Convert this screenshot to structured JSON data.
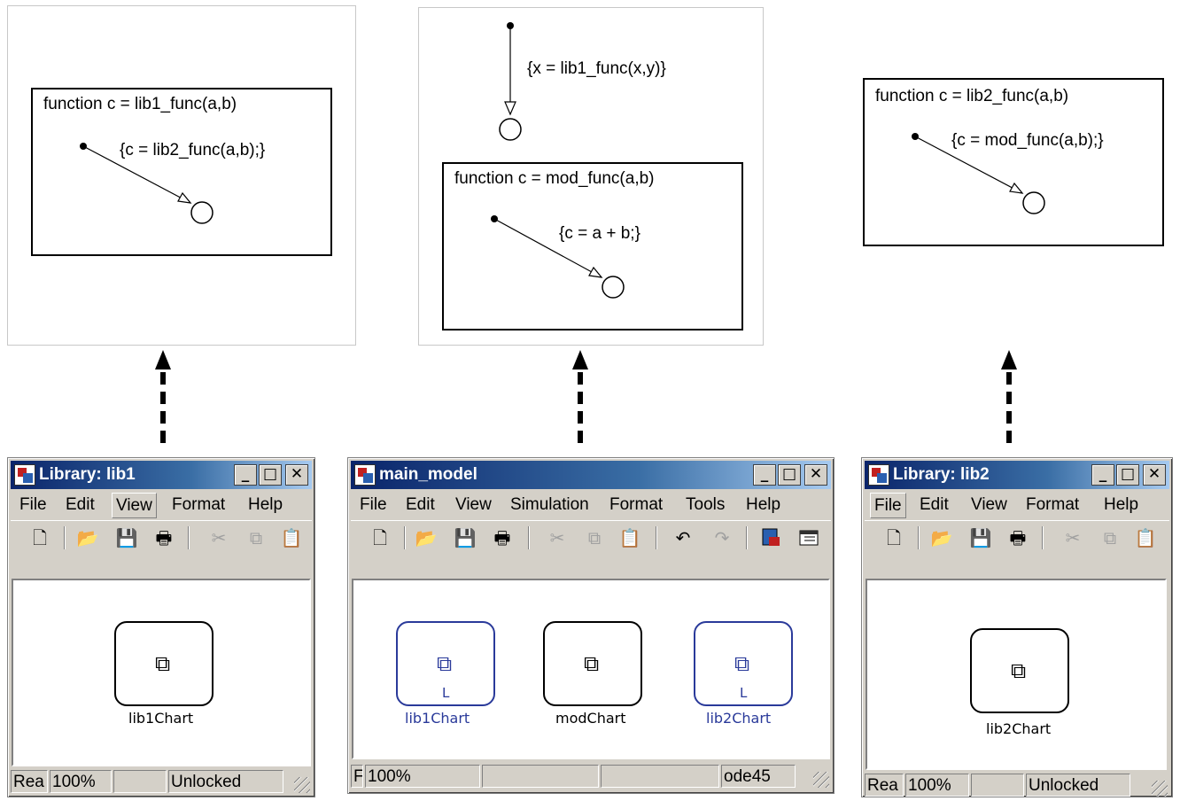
{
  "charts": {
    "lib1": {
      "header": "function  c = lib1_func(a,b)",
      "transition": "{c = lib2_func(a,b);}"
    },
    "main": {
      "top_transition": "{x = lib1_func(x,y)}",
      "header": "function  c = mod_func(a,b)",
      "transition": "{c = a + b;}"
    },
    "lib2": {
      "header": "function  c = lib2_func(a,b)",
      "transition": "{c = mod_func(a,b);}"
    }
  },
  "windows": {
    "lib1": {
      "title": "Library: lib1",
      "menu": [
        "File",
        "Edit",
        "View",
        "Format",
        "Help"
      ],
      "selected_menu": "View",
      "block": {
        "name": "lib1Chart"
      },
      "status": [
        "Rea",
        "100%",
        "",
        "Unlocked",
        ""
      ]
    },
    "main": {
      "title": "main_model",
      "menu": [
        "File",
        "Edit",
        "View",
        "Simulation",
        "Format",
        "Tools",
        "Help"
      ],
      "blocks": [
        {
          "name": "lib1Chart",
          "library_link": "L"
        },
        {
          "name": "modChart"
        },
        {
          "name": "lib2Chart",
          "library_link": "L"
        }
      ],
      "status": [
        "F",
        "100%",
        "",
        "",
        "ode45"
      ]
    },
    "lib2": {
      "title": "Library: lib2",
      "menu": [
        "File",
        "Edit",
        "View",
        "Format",
        "Help"
      ],
      "selected_menu": "File",
      "block": {
        "name": "lib2Chart"
      },
      "status": [
        "Rea",
        "100%",
        "",
        "Unlocked",
        ""
      ]
    }
  },
  "title_buttons": {
    "minimize": "_",
    "maximize": "□",
    "close": "✕"
  },
  "icons": {
    "new": "🗋",
    "open": "📂",
    "save": "💾",
    "print": "🖶",
    "cut": "✂",
    "copy": "⧉",
    "paste": "📋",
    "undo": "↶",
    "redo": "↷",
    "chart": "⧉"
  },
  "colors": {
    "library_link": "#2a3a9a",
    "titlebar_start": "#0a246a",
    "titlebar_end": "#a6caf0"
  }
}
